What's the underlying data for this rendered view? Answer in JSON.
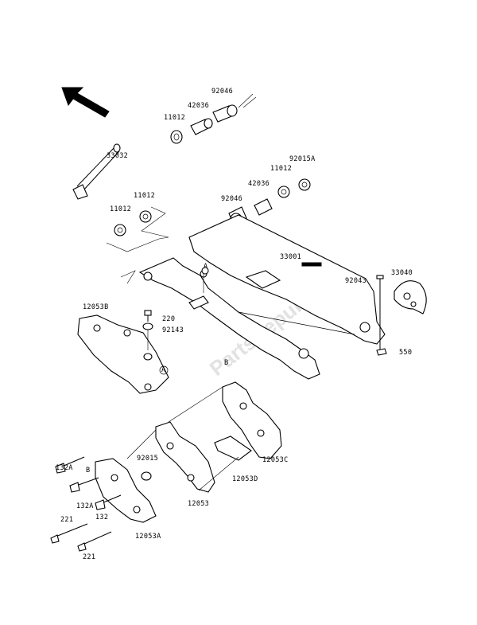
{
  "watermark": "PartsRepublik",
  "parts": {
    "p92046_top": "92046",
    "p42036_top": "42036",
    "p11012_top": "11012",
    "p33032": "33032",
    "p92015A": "92015A",
    "p11012_right": "11012",
    "p42036_mid": "42036",
    "p92046_mid": "92046",
    "p11012_mid": "11012",
    "p11012_left": "11012",
    "p33001": "33001",
    "p92043": "92043",
    "p33040": "33040",
    "p12053B": "12053B",
    "p220": "220",
    "p92143": "92143",
    "p550": "550",
    "pB": "B",
    "pA1": "A",
    "pA2": "A",
    "p12053C": "12053C",
    "p12053D": "12053D",
    "p92015": "92015",
    "p132A_top": "132A",
    "p132A_mid": "132A",
    "p132": "132",
    "p12053": "12053",
    "p221_top": "221",
    "p12053A": "12053A",
    "p221_bot": "221",
    "pB2": "B"
  }
}
